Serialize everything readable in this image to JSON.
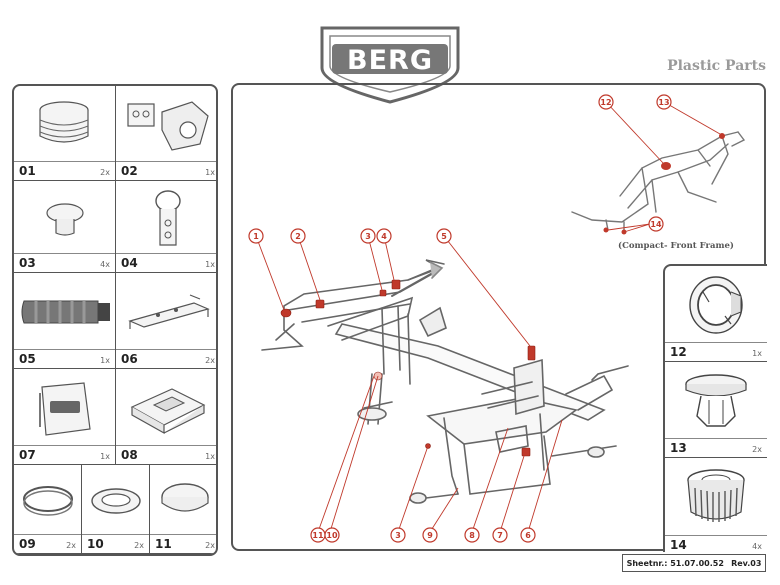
{
  "header": {
    "brand": "BERG",
    "title": "Plastic Parts"
  },
  "parts_left": [
    {
      "id": "01",
      "qty": "2x"
    },
    {
      "id": "02",
      "qty": "1x"
    },
    {
      "id": "03",
      "qty": "4x"
    },
    {
      "id": "04",
      "qty": "1x"
    },
    {
      "id": "05",
      "qty": "1x"
    },
    {
      "id": "06",
      "qty": "2x"
    },
    {
      "id": "07",
      "qty": "1x"
    },
    {
      "id": "08",
      "qty": "1x"
    },
    {
      "id": "09",
      "qty": "2x"
    },
    {
      "id": "10",
      "qty": "2x"
    },
    {
      "id": "11",
      "qty": "2x"
    }
  ],
  "parts_right": [
    {
      "id": "12",
      "qty": "1x"
    },
    {
      "id": "13",
      "qty": "2x"
    },
    {
      "id": "14",
      "qty": "4x"
    }
  ],
  "diagram": {
    "callouts": [
      "1",
      "2",
      "3",
      "4",
      "5",
      "11",
      "10",
      "3",
      "9",
      "8",
      "7",
      "6"
    ],
    "inset_callouts": [
      "12",
      "13",
      "14"
    ],
    "inset_caption": "(Compact- Front Frame)",
    "accent_color": "#c0392b"
  },
  "footer": {
    "sheet": "Sheetnr.: 51.07.00.52",
    "rev": "Rev.03"
  }
}
